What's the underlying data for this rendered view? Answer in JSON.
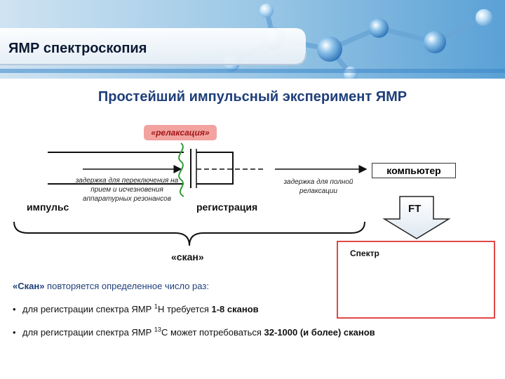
{
  "header": {
    "title": "ЯМР спектроскопия"
  },
  "subtitle": "Простейший импульсный эксперимент ЯМР",
  "diagram": {
    "relaxation_badge": "«релаксация»",
    "delay_switch_note": "задержка для переключения на прием и исчезновения аппаратурных резонансов",
    "delay_relax_note": "задержка для полной релаксации",
    "pulse_label": "импульс",
    "registration_label": "регистрация",
    "computer_label": "компьютер",
    "ft_label": "FT",
    "scan_label": "«скан»"
  },
  "spectrum": {
    "title": "Спектр"
  },
  "text": {
    "repeat_prefix": "«Скан»",
    "repeat_rest": " повторяется определенное число раз:",
    "bullet1_pre": "для регистрации спектра ЯМР ",
    "bullet1_sup": "1",
    "bullet1_mid": "H требуется ",
    "bullet1_bold": "1-8 сканов",
    "bullet2_pre": "для регистрации спектра ЯМР ",
    "bullet2_sup": "13",
    "bullet2_mid": "C может потребоваться ",
    "bullet2_bold": "32-1000 (и более) сканов",
    "bullet_symbol": "•"
  },
  "colors": {
    "title_blue": "#1f3f7a",
    "badge_fill": "#f2a39f",
    "badge_text": "#a11515",
    "wave_green": "#2e9c35",
    "spectrum_border": "#e04848"
  }
}
